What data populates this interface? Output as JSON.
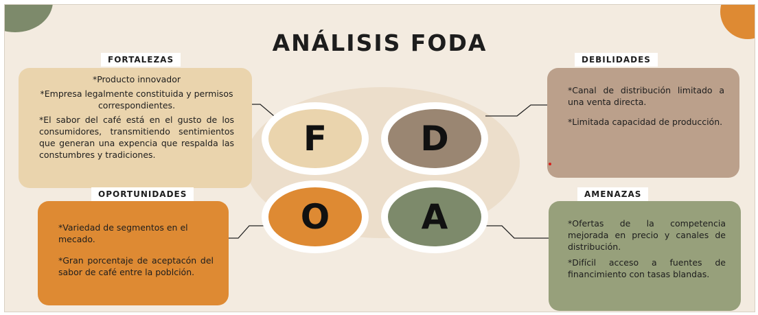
{
  "title": "ANÁLISIS FODA",
  "quadrants": {
    "fortalezas": {
      "label": "FORTALEZAS",
      "letter": "F",
      "items": [
        "*Producto innovador",
        "*Empresa legalmente constituida y permisos correspondientes.",
        "*El sabor del café está en el gusto de los consumidores, transmitiendo sentimientos que generan una expencia que respalda las constumbres y tradiciones."
      ]
    },
    "debilidades": {
      "label": "DEBILIDADES",
      "letter": "D",
      "items": [
        "*Canal de distribución limitado a una venta directa.",
        "*Limitada capacidad de producción."
      ]
    },
    "oportunidades": {
      "label": "OPORTUNIDADES",
      "letter": "O",
      "items": [
        "*Variedad de segmentos en el mecado.",
        "*Gran porcentaje de aceptacón del sabor de café entre la poblción."
      ]
    },
    "amenazas": {
      "label": "AMENAZAS",
      "letter": "A",
      "items": [
        "*Ofertas de la competencia mejorada en precio y canales de distribución.",
        "*Difícil acceso a fuentes de financimiento con tasas blandas."
      ]
    }
  },
  "colors": {
    "background": "#f3ebe0",
    "fortalezas": "#ead4ad",
    "debilidades_box": "#bba08b",
    "debilidades_circle": "#9a8672",
    "oportunidades": "#de8a33",
    "amenazas_box": "#97a07b",
    "amenazas_circle": "#7d8a6b"
  }
}
